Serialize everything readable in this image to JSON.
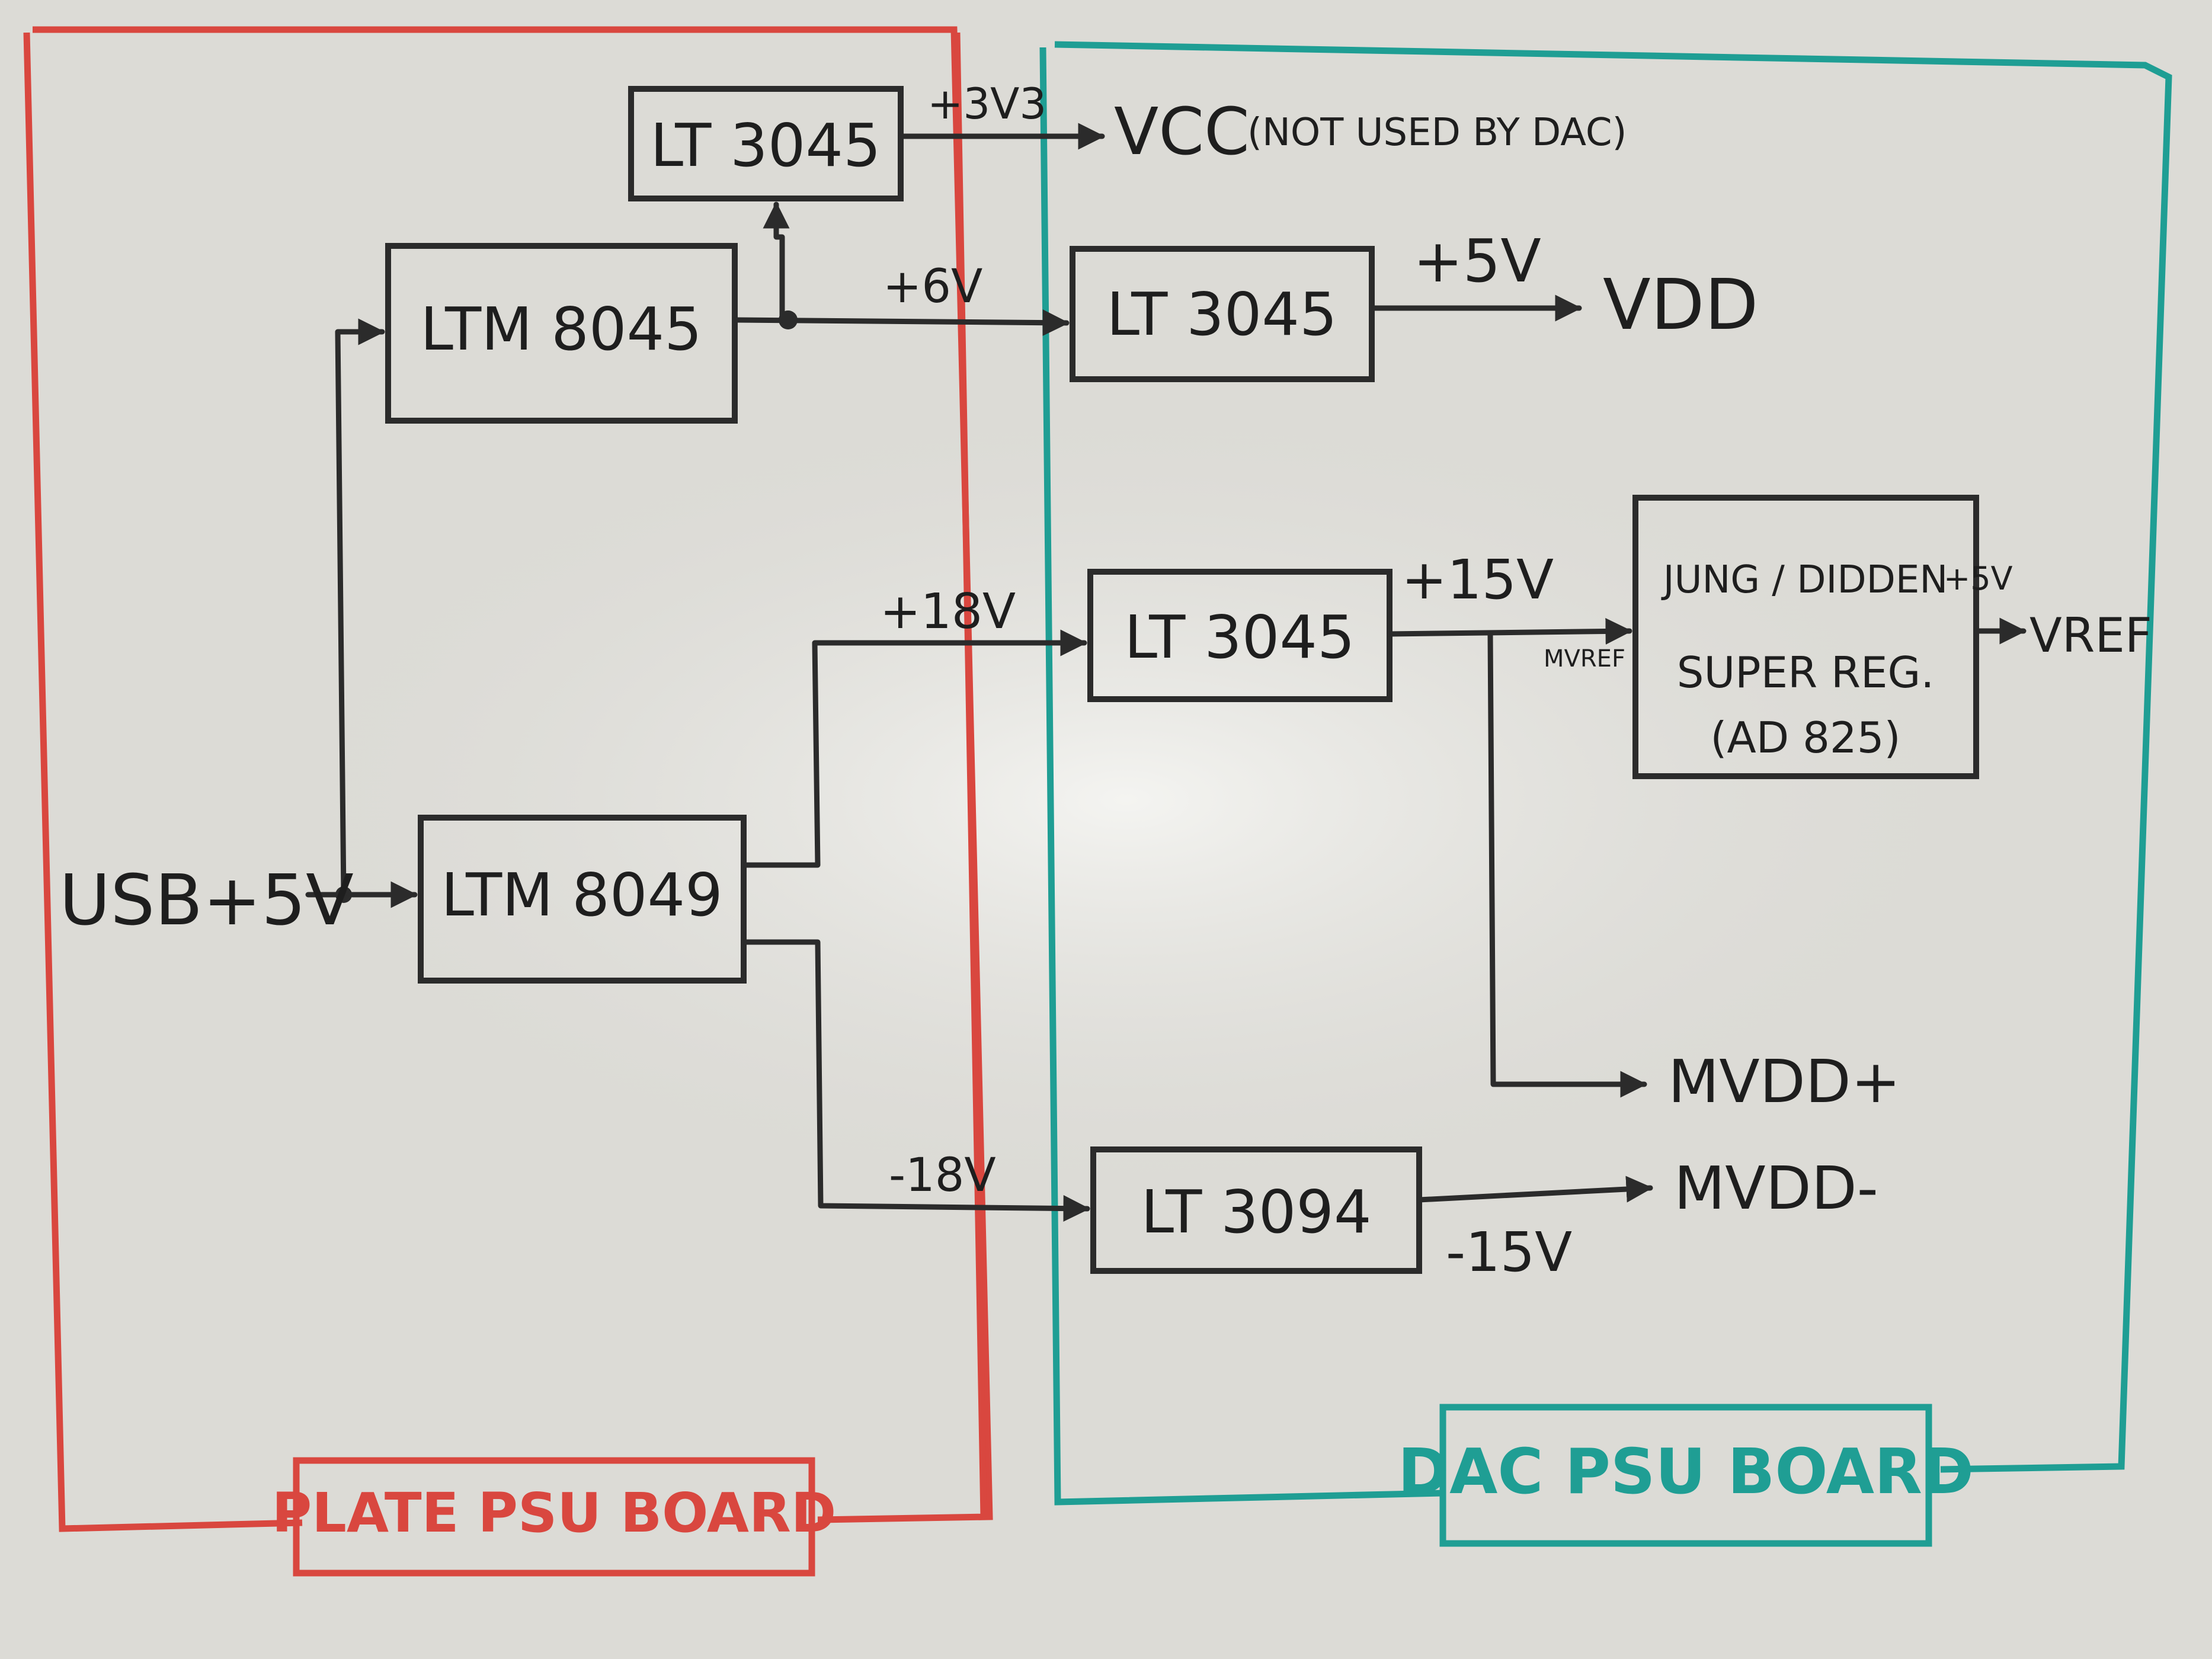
{
  "boards": {
    "plate": {
      "label": "PLATE PSU BOARD",
      "color": "#d9473f"
    },
    "dac": {
      "label": "DAC PSU BOARD",
      "color": "#1f9e94"
    }
  },
  "blocks": {
    "ltm8045": "LTM 8045",
    "ltm8049": "LTM 8049",
    "lt3045_top": "LT 3045",
    "lt3045_vdd": "LT 3045",
    "lt3045_15v": "LT 3045",
    "lt3094": "LT 3094",
    "super_reg_line1": "JUNG / DIDDEN",
    "super_reg_line2": "SUPER REG.",
    "super_reg_line3": "(AD 825)"
  },
  "labels": {
    "usb_input": "USB+5V",
    "v3v3": "+3V3",
    "v6": "+6V",
    "v5": "+5V",
    "v18p": "+18V",
    "v18n": "-18V",
    "v15p": "+15V",
    "v15n": "-15V",
    "v5ref": "+5V",
    "mvref": "MVREF"
  },
  "outputs": {
    "vcc": "VCC",
    "vcc_note": "(NOT USED BY DAC)",
    "vdd": "VDD",
    "vref": "VREF",
    "mvdd_plus": "MVDD+",
    "mvdd_minus": "MVDD-"
  }
}
